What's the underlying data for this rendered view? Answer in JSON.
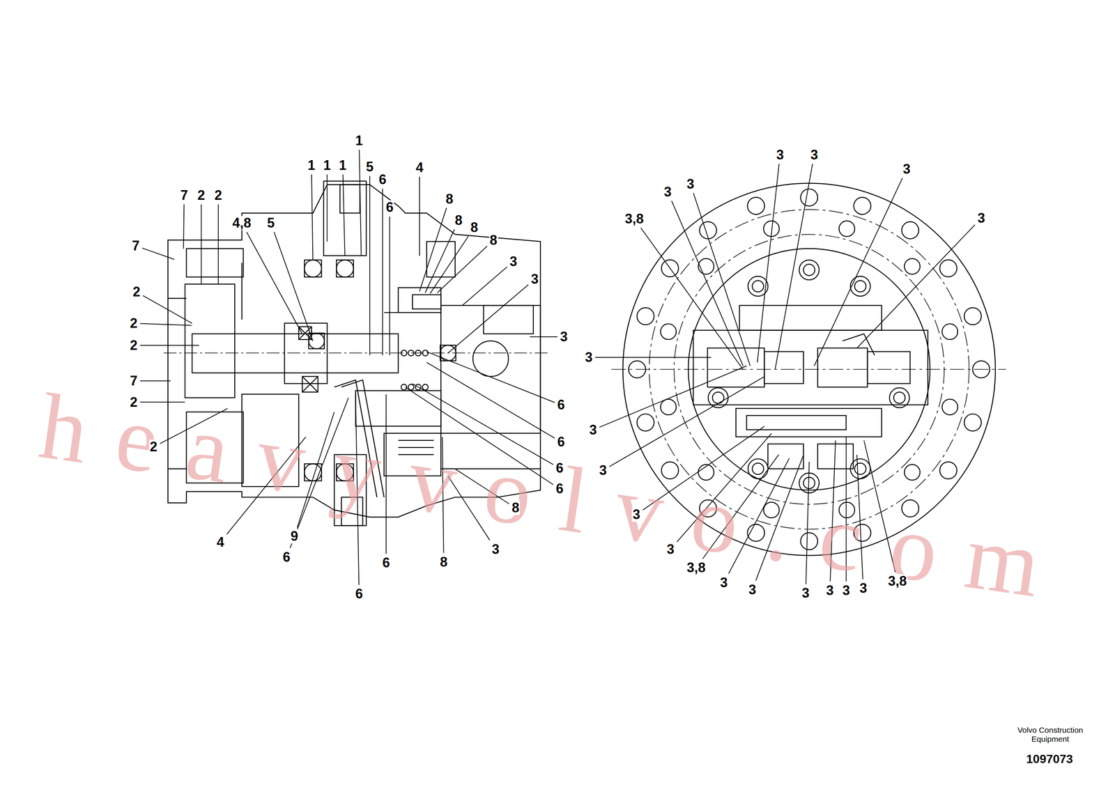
{
  "diagram": {
    "labels": [
      "1",
      "1",
      "1",
      "1",
      "5",
      "6",
      "4",
      "6",
      "7",
      "2",
      "2",
      "4,8",
      "5",
      "8",
      "8",
      "8",
      "8",
      "7",
      "3",
      "3",
      "2",
      "2",
      "3",
      "2",
      "7",
      "6",
      "2",
      "6",
      "2",
      "6",
      "6",
      "8",
      "4",
      "9",
      "6",
      "6",
      "8",
      "3",
      "6",
      "3",
      "3",
      "3",
      "3",
      "3",
      "3",
      "3,8",
      "3",
      "3",
      "3",
      "3",
      "3",
      "3,8",
      "3",
      "3",
      "3",
      "3",
      "3",
      "3",
      "3,8",
      "heavyvolvo.com",
      "Volvo Construction Equipment",
      "1097073"
    ]
  }
}
